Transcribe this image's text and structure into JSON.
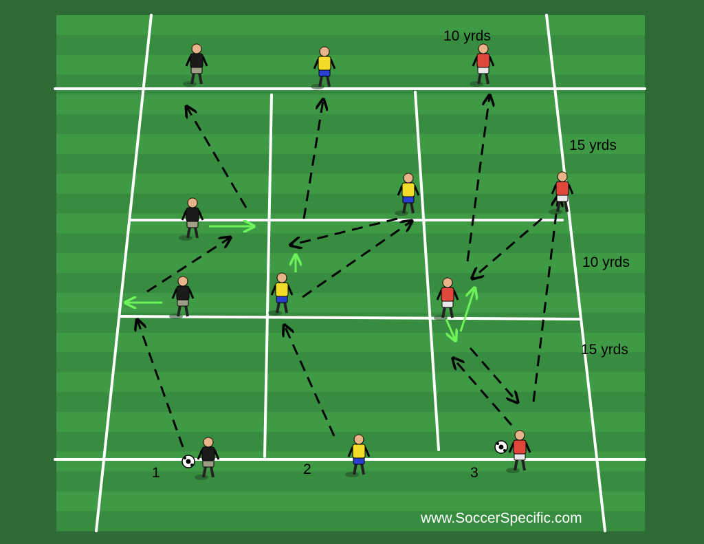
{
  "labels": {
    "top": "10 yrds",
    "r1": "15 yrds",
    "r2": "10 yrds",
    "r3": "15 yrds"
  },
  "lanes": [
    "1",
    "2",
    "3"
  ],
  "watermark": "www.SoccerSpecific.com",
  "colors": {
    "field_outer": "#2d6a35",
    "stripe_light": "#3f9a46",
    "stripe_dark": "#388c40",
    "line": "#ffffff",
    "pass_arrow": "#000000",
    "run_arrow": "#6ef25a",
    "team_black": "#1b1b1b",
    "team_yellow": "#f2dc28",
    "team_red": "#e0483e",
    "shorts_blue": "#2a3fd0"
  }
}
